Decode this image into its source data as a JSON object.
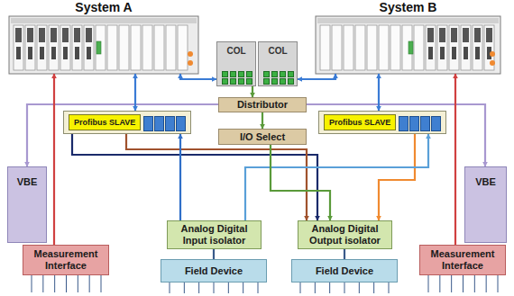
{
  "diagram": {
    "nodes": [
      {
        "text": [
          "System A"
        ]
      },
      {
        "text": [
          "System B"
        ]
      },
      {
        "text": [
          "COL"
        ]
      },
      {
        "text": [
          "COL"
        ]
      },
      {
        "text": [
          "Distributor"
        ]
      },
      {
        "text": [
          "I/O Select"
        ]
      },
      {
        "text": [
          "Profibus SLAVE"
        ]
      },
      {
        "text": [
          "Profibus SLAVE"
        ]
      },
      {
        "text": [
          "VBE"
        ]
      },
      {
        "text": [
          "VBE"
        ]
      },
      {
        "text": [
          "Analog Digital Input isolator"
        ]
      },
      {
        "text": [
          "Analog Digital Output isolator"
        ]
      },
      {
        "text": [
          "Field Device"
        ]
      },
      {
        "text": [
          "Field Device"
        ]
      },
      {
        "text": [
          "Measurement Interface"
        ]
      },
      {
        "text": [
          "Measurement Interface"
        ]
      }
    ],
    "edges": [
      {
        "from": 0,
        "to": 2,
        "arrow": "both"
      },
      {
        "from": 1,
        "to": 3,
        "arrow": "both"
      },
      {
        "from": 2,
        "to": 4,
        "arrow": "to"
      },
      {
        "from": 4,
        "to": 5,
        "arrow": "to"
      },
      {
        "from": 4,
        "to": 8,
        "arrow": "to"
      },
      {
        "from": 4,
        "to": 9,
        "arrow": "to"
      },
      {
        "from": 0,
        "to": 6,
        "arrow": "both"
      },
      {
        "from": 1,
        "to": 7,
        "arrow": "both"
      },
      {
        "from": 14,
        "to": 0,
        "arrow": "to"
      },
      {
        "from": 15,
        "to": 1,
        "arrow": "to"
      },
      {
        "from": 6,
        "to": 11,
        "arrow": "to"
      },
      {
        "from": 6,
        "to": 11,
        "arrow": "to"
      },
      {
        "from": 7,
        "to": 11,
        "arrow": "to"
      },
      {
        "from": 10,
        "to": 6,
        "arrow": "to"
      },
      {
        "from": 10,
        "to": 7,
        "arrow": "to"
      },
      {
        "from": 10,
        "to": 12,
        "arrow": "none"
      },
      {
        "from": 11,
        "to": 13,
        "arrow": "none"
      },
      {
        "from": 5,
        "to": 11,
        "arrow": "to"
      }
    ]
  }
}
